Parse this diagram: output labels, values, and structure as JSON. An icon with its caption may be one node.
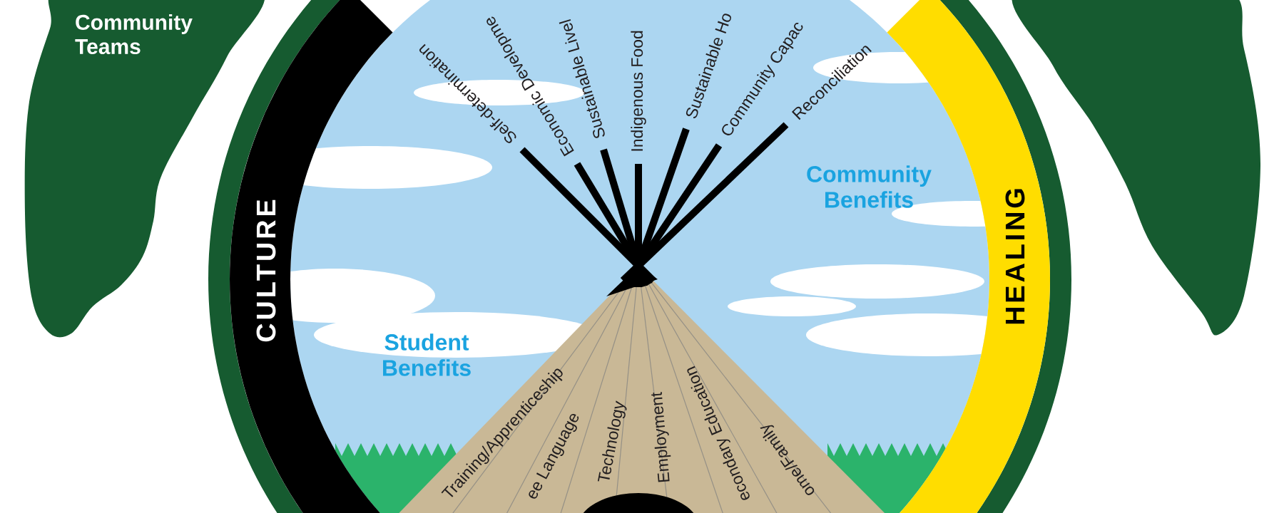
{
  "diagram": {
    "nodes": [
      {
        "text": [
          "Community Teams"
        ]
      },
      {
        "text": [
          "CULTURE"
        ]
      },
      {
        "text": [
          "HEALING"
        ]
      },
      {
        "text": [],
        "shape": "tree"
      }
    ],
    "labels": [
      "Self-determination",
      "Economic Developme",
      "Sustainable Livel",
      "Indigenous Food",
      "Sustainable Ho",
      "Community Capac",
      "Reconciliation",
      "Community Benefits",
      "Student Benefits",
      "Training/Apprenticeship",
      "ee Language",
      "Technology",
      "Employment",
      "econdary Education",
      "ome/Family"
    ]
  }
}
